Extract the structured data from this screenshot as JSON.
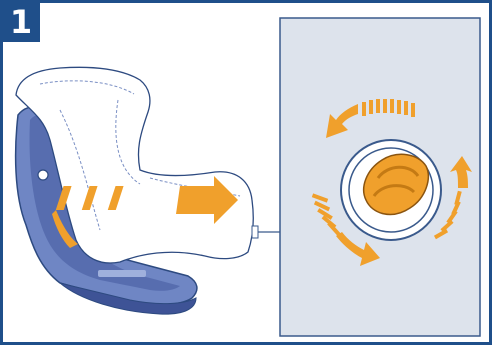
{
  "step_number": "1",
  "colors": {
    "frame": "#1f4f8a",
    "seat_fill": "#6f86c4",
    "seat_dark": "#4d63a6",
    "accent_orange": "#f0a02c",
    "inset_panel": "#dde3ec",
    "line": "#3a5a8c"
  },
  "icons": {
    "left_arrow": "orange-motion-arrow",
    "rotate_arrows": "rotation-arrows",
    "knob": "adjustment-knob"
  }
}
